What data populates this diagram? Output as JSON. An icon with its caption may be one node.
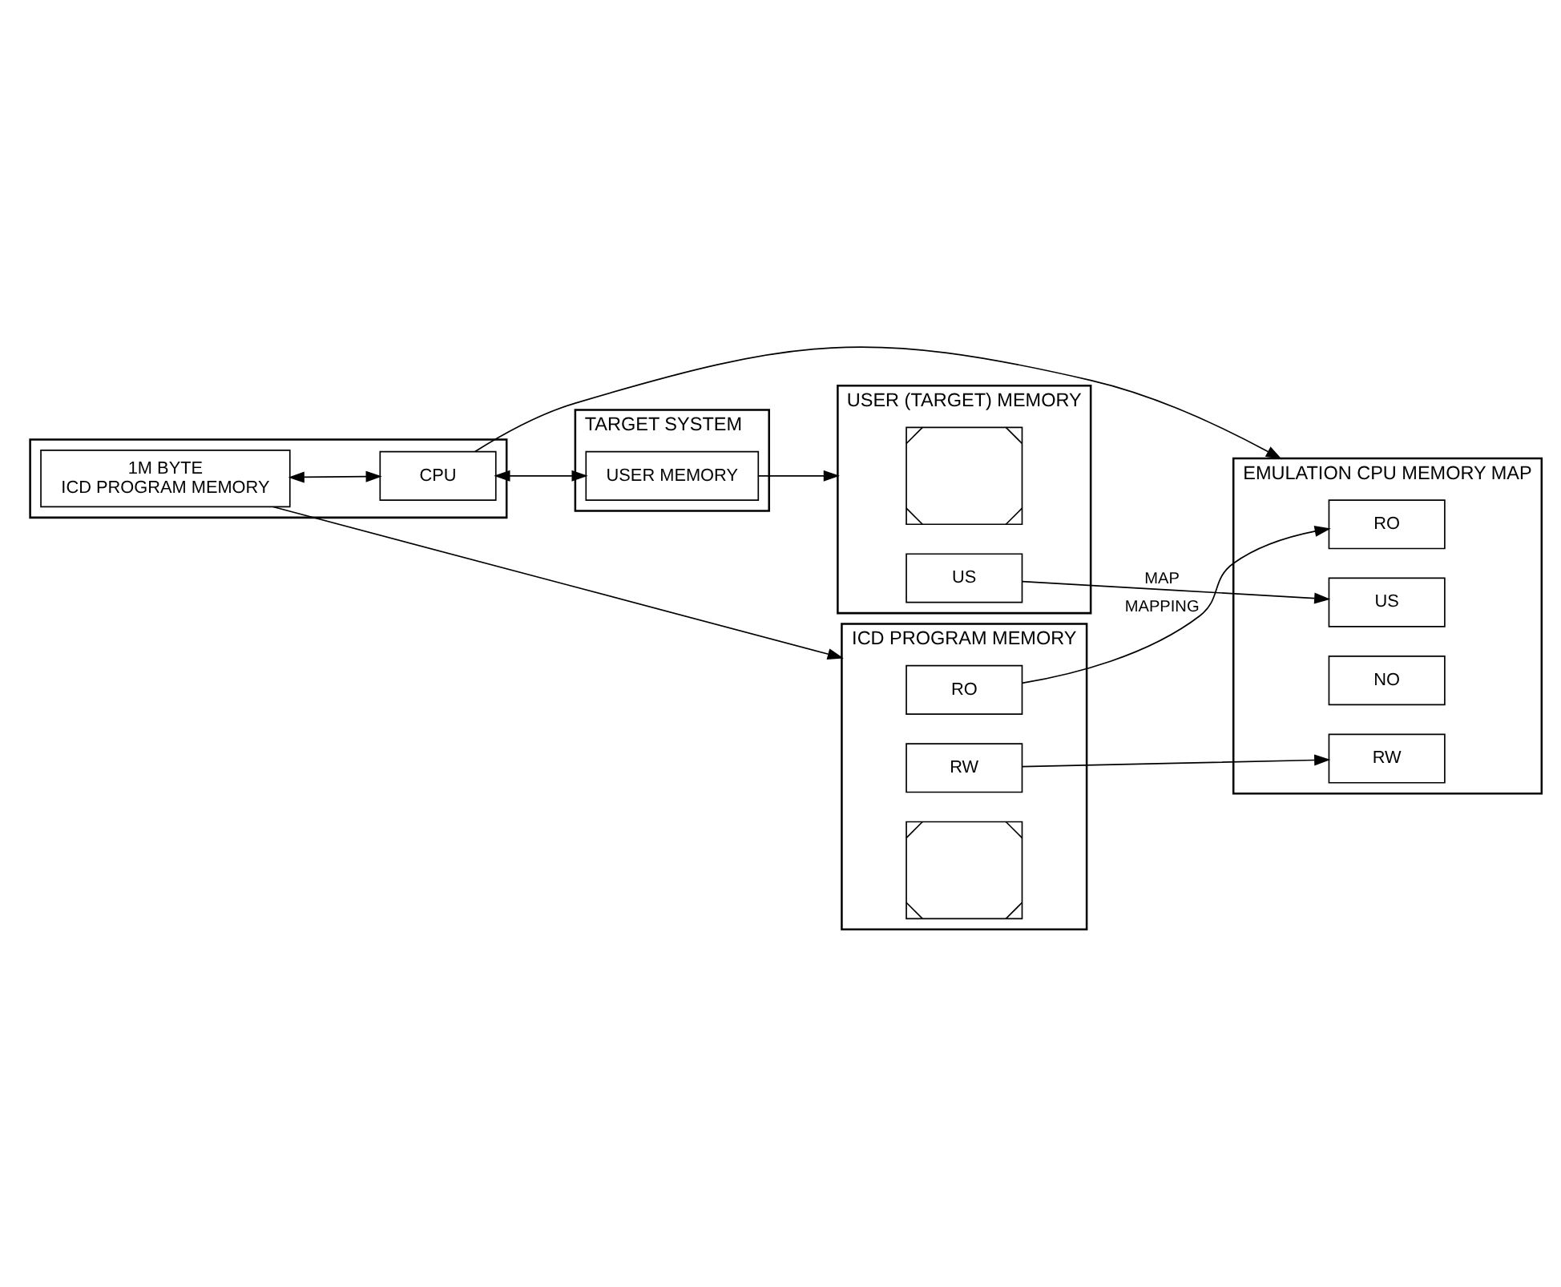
{
  "diagram": {
    "nodes": [
      {
        "text": [],
        "shape": "box"
      },
      {
        "text": [
          "1M BYTE",
          "ICD PROGRAM MEMORY"
        ],
        "in": 0
      },
      {
        "text": [
          "CPU"
        ],
        "in": 0
      },
      {
        "text": [
          "TARGET SYSTEM"
        ]
      },
      {
        "text": [
          "USER MEMORY"
        ],
        "in": 3
      },
      {
        "text": [
          "ICD PROGRAM MEMORY"
        ]
      },
      {
        "text": [
          "RO"
        ],
        "in": 5
      },
      {
        "text": [
          "RW"
        ],
        "in": 5
      },
      {
        "text": [],
        "shape": "box",
        "in": 5
      },
      {
        "text": [
          "EMULATION CPU MEMORY MAP"
        ]
      },
      {
        "text": [
          "RO"
        ],
        "in": 9
      },
      {
        "text": [
          "RW"
        ],
        "in": 9
      },
      {
        "text": [
          "NO"
        ],
        "in": 9
      },
      {
        "text": [
          "US"
        ],
        "in": 9
      },
      {
        "text": [
          "USER (TARGET) MEMORY"
        ]
      },
      {
        "text": [],
        "shape": "box",
        "in": 14
      },
      {
        "text": [
          "US"
        ],
        "in": 14
      }
    ],
    "edges": [
      {
        "from": 1,
        "to": 2,
        "arrow": "both"
      },
      {
        "from": 2,
        "to": 4,
        "arrow": "both"
      },
      {
        "from": 1,
        "to": 5,
        "arrow": "to"
      },
      {
        "from": 2,
        "to": 9,
        "arrow": "to"
      },
      {
        "from": 4,
        "to": 14,
        "arrow": "to"
      },
      {
        "from": 6,
        "to": 10,
        "arrow": "to",
        "label": "MAPPING"
      },
      {
        "from": 7,
        "to": 11,
        "arrow": "to"
      },
      {
        "from": 16,
        "to": 13,
        "arrow": "to",
        "label": "MAP"
      }
    ]
  }
}
